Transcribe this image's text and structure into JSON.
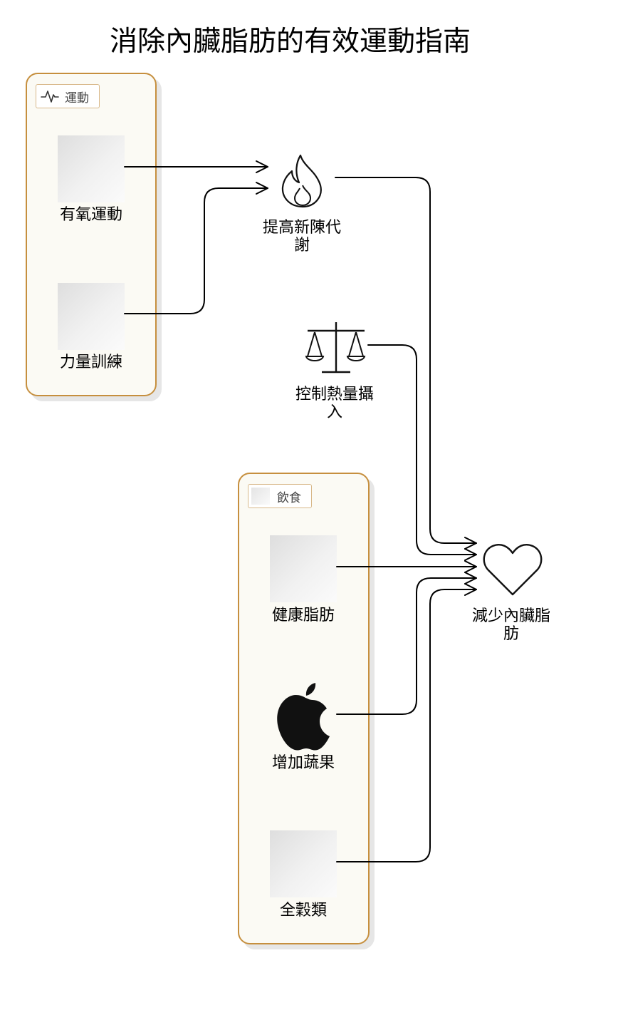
{
  "title": "消除內臟脂肪的有效運動指南",
  "groups": {
    "exercise": {
      "tag": "運動",
      "tag_icon": "activity-pulse-icon",
      "items": [
        {
          "label": "有氧運動"
        },
        {
          "label": "力量訓練"
        }
      ]
    },
    "diet": {
      "tag": "飲食",
      "tag_icon": "image-placeholder-icon",
      "items": [
        {
          "label": "健康脂肪"
        },
        {
          "label": "增加蔬果",
          "icon": "apple-icon"
        },
        {
          "label": "全穀類"
        }
      ]
    }
  },
  "nodes": {
    "metabolism": {
      "label_line1": "提高新陳代",
      "label_line2": "謝",
      "icon": "flame-icon"
    },
    "calories": {
      "label_line1": "控制熱量攝",
      "label_line2": "入",
      "icon": "scale-balance-icon"
    },
    "result": {
      "label_line1": "減少內臟脂",
      "label_line2": "肪",
      "icon": "heart-icon"
    }
  },
  "edges": [
    {
      "from": "有氧運動",
      "to": "提高新陳代謝"
    },
    {
      "from": "力量訓練",
      "to": "提高新陳代謝"
    },
    {
      "from": "提高新陳代謝",
      "to": "減少內臟脂肪"
    },
    {
      "from": "控制熱量攝入",
      "to": "減少內臟脂肪"
    },
    {
      "from": "健康脂肪",
      "to": "減少內臟脂肪"
    },
    {
      "from": "增加蔬果",
      "to": "減少內臟脂肪"
    },
    {
      "from": "全穀類",
      "to": "減少內臟脂肪"
    }
  ],
  "colors": {
    "group_border": "#c68f3e",
    "group_fill": "#fbfaf4",
    "edge": "#000000"
  }
}
